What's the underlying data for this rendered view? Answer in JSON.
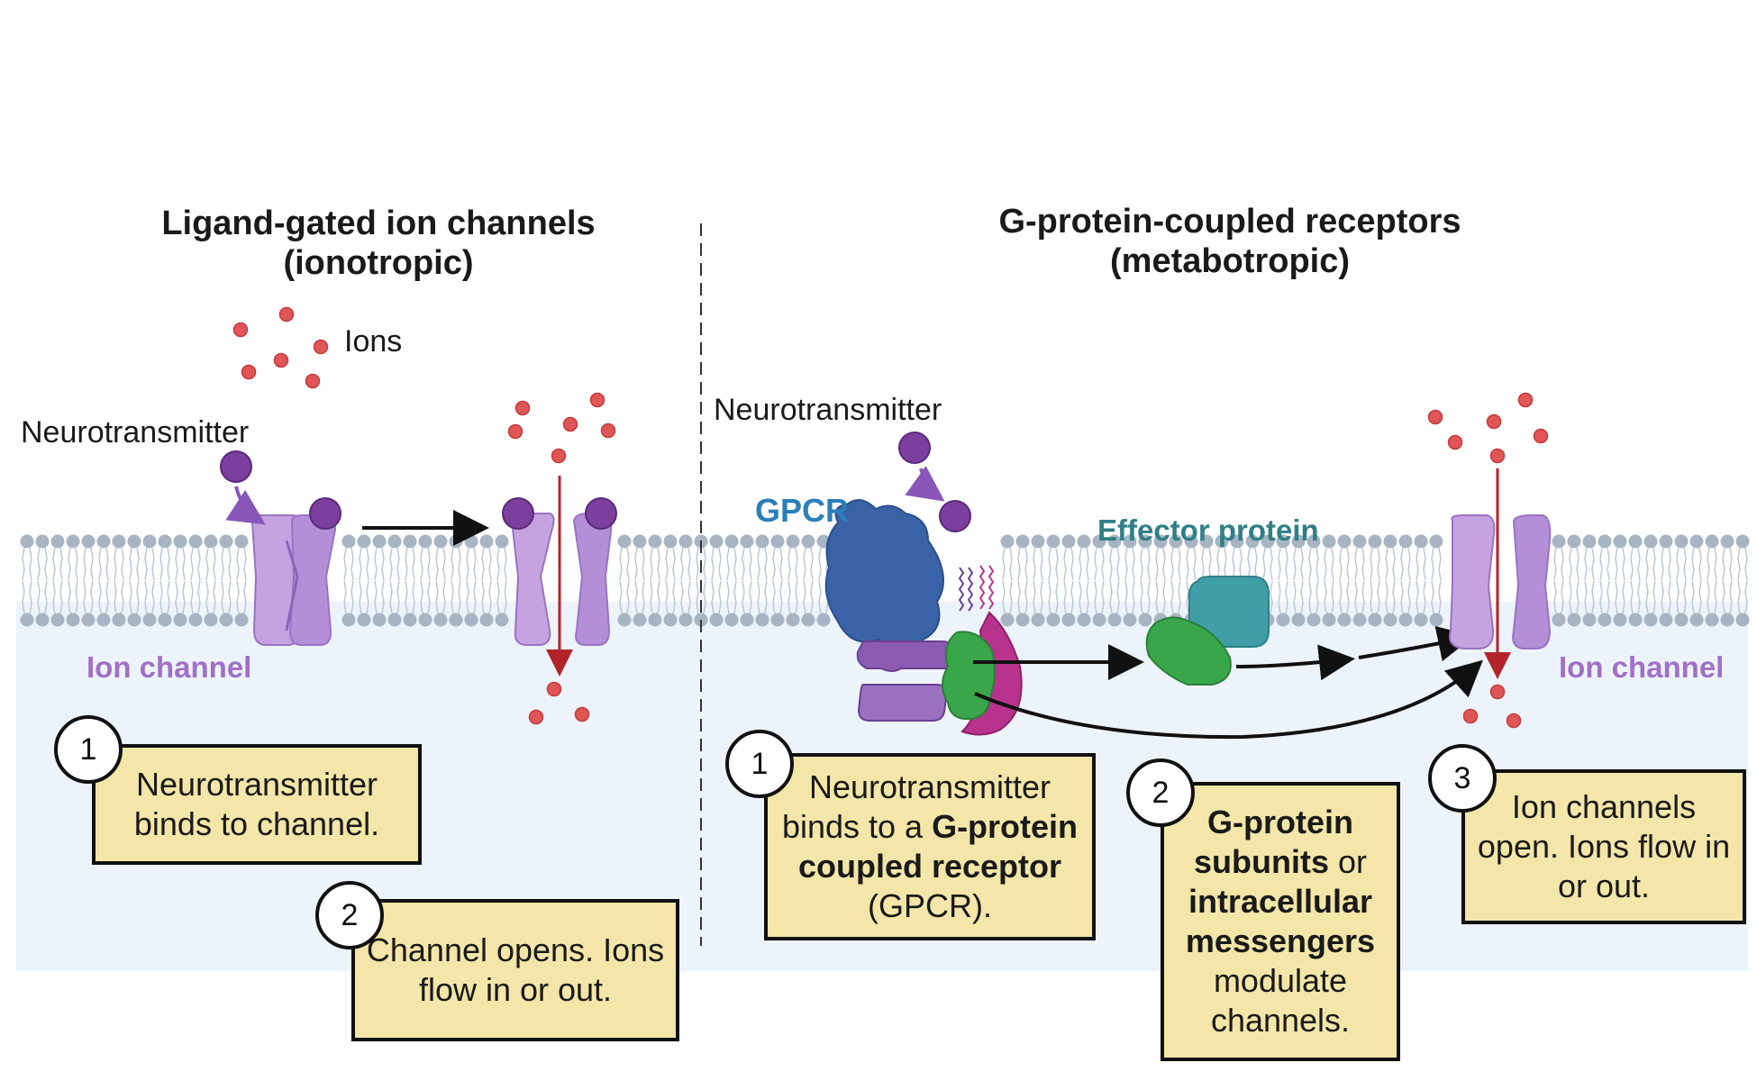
{
  "left": {
    "title_line1": "Ligand-gated ion channels",
    "title_line2": "(ionotropic)",
    "ions_label": "Ions",
    "neurotransmitter_label": "Neurotransmitter",
    "ion_channel_label": "Ion channel",
    "steps": [
      {
        "number": "1",
        "text": "Neurotransmitter binds to channel."
      },
      {
        "number": "2",
        "text": "Channel opens. Ions flow in or out."
      }
    ]
  },
  "right": {
    "title_line1": "G-protein-coupled receptors",
    "title_line2": "(metabotropic)",
    "neurotransmitter_label": "Neurotransmitter",
    "gpcr_label": "GPCR",
    "effector_label": "Effector protein",
    "ion_channel_label": "Ion channel",
    "steps": [
      {
        "number": "1",
        "pre": "Neurotransmitter binds to a ",
        "bold": "G-protein coupled receptor",
        "post": " (GPCR)."
      },
      {
        "number": "2",
        "bold1": "G-protein subunits",
        "mid": " or ",
        "bold2": "intracellular messengers",
        "post": " modulate channels."
      },
      {
        "number": "3",
        "text": "Ion channels open. Ions flow in or out."
      }
    ]
  },
  "colors": {
    "membrane_head": "#a7b4c3",
    "cytoplasm": "#edf3fa",
    "channel": "#c4a3e0",
    "neurotransmitter": "#7b3f9e",
    "ion": "#e05555",
    "gpcr": "#3a62a6",
    "effector_teal": "#3f9ea8",
    "effector_green": "#3aa64a",
    "g_alpha_magenta": "#b8338e",
    "box_fill": "#f3e6a8"
  }
}
